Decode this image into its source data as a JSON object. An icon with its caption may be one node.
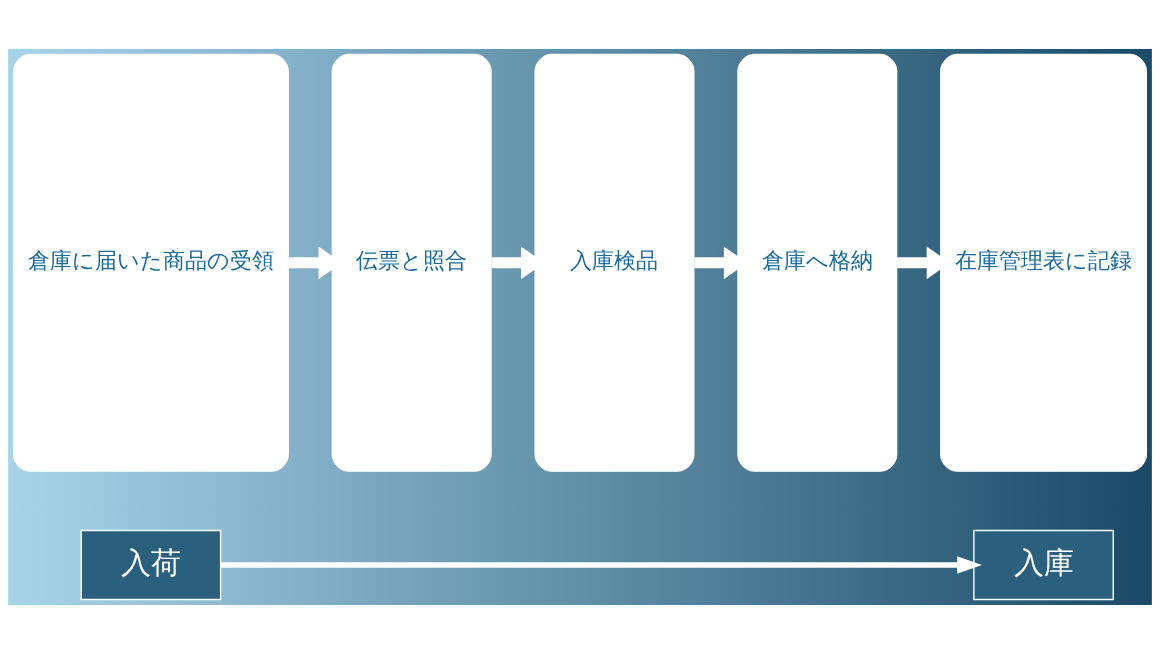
{
  "diagram": {
    "nodes": [
      {
        "text": [
          "入荷"
        ]
      },
      {
        "text": [
          "入庫"
        ]
      },
      {
        "text": [
          "倉庫に届いた商品の受領"
        ]
      },
      {
        "text": [
          "伝票と照合"
        ]
      },
      {
        "text": [
          "入庫検品"
        ]
      },
      {
        "text": [
          "倉庫へ格納"
        ]
      },
      {
        "text": [
          "在庫管理表に記録"
        ]
      }
    ],
    "edges": [
      {
        "from": 0,
        "to": 1,
        "arrow": "to"
      },
      {
        "from": 2,
        "to": 3,
        "arrow": "to"
      },
      {
        "from": 3,
        "to": 4,
        "arrow": "to"
      },
      {
        "from": 4,
        "to": 5,
        "arrow": "to"
      },
      {
        "from": 5,
        "to": 6,
        "arrow": "to"
      }
    ]
  }
}
